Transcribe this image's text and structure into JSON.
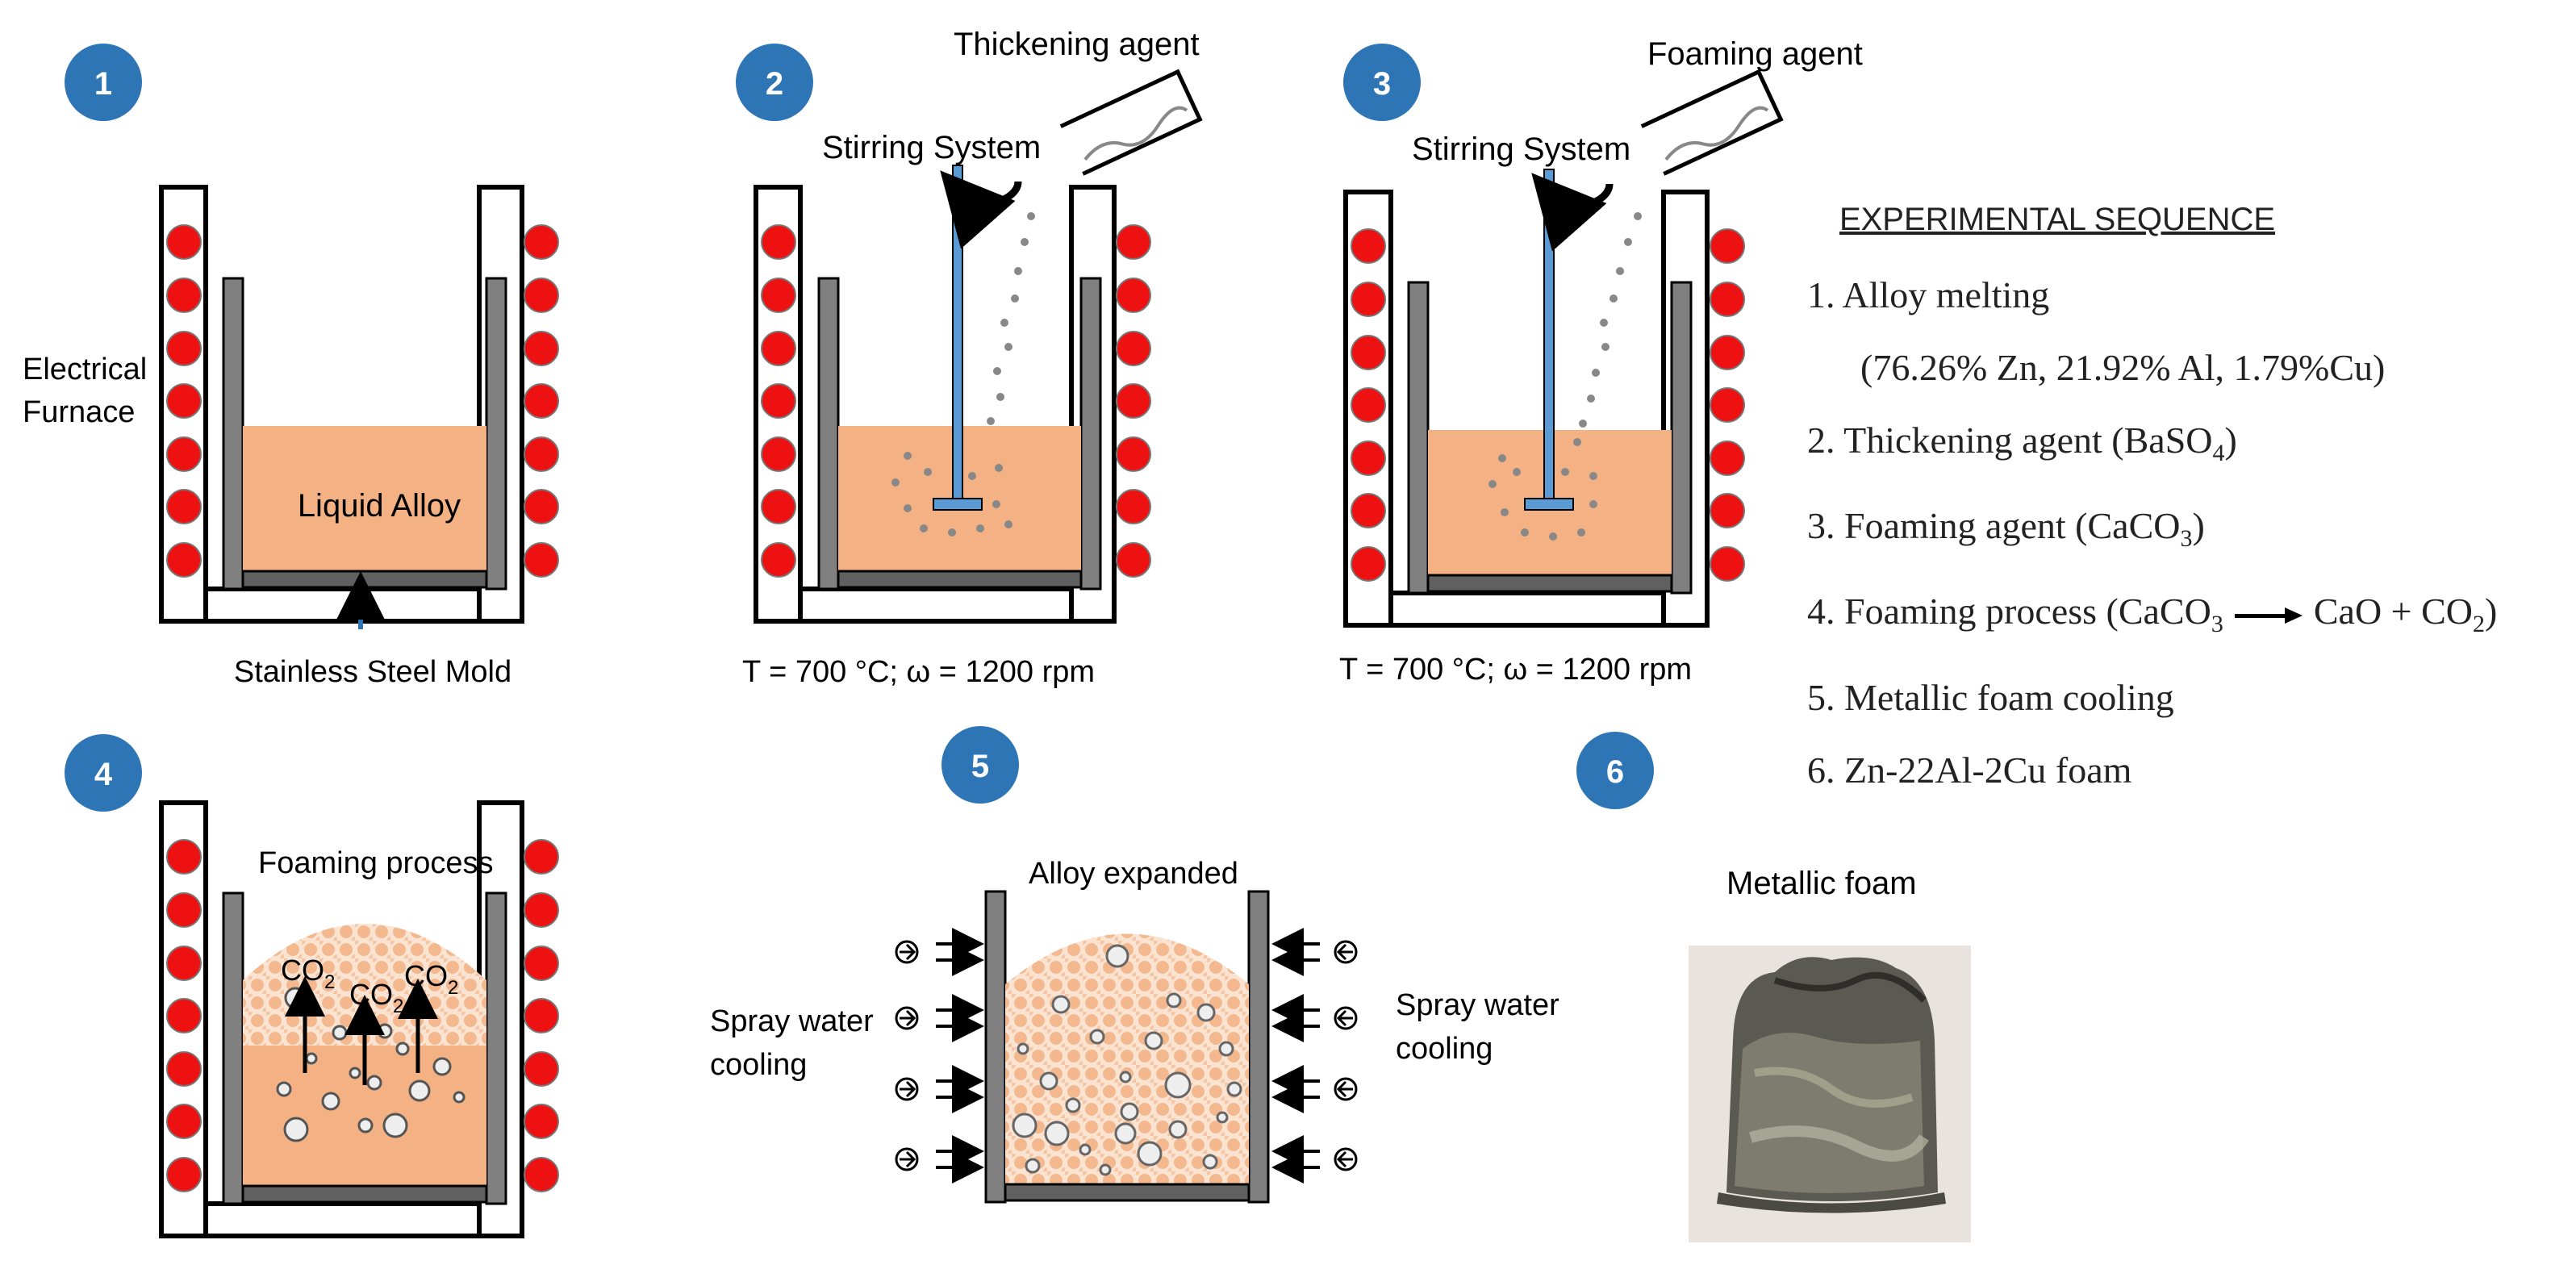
{
  "steps": [
    {
      "number": "1",
      "labels": {
        "furnace_line1": "Electrical",
        "furnace_line2": "Furnace",
        "liquid": "Liquid Alloy",
        "mold": "Stainless Steel Mold"
      }
    },
    {
      "number": "2",
      "labels": {
        "agent": "Thickening agent",
        "stirring": "Stirring System",
        "conditions": "T = 700 °C; ω = 1200 rpm"
      }
    },
    {
      "number": "3",
      "labels": {
        "agent": "Foaming agent",
        "stirring": "Stirring System",
        "conditions": "T = 700 °C; ω = 1200 rpm"
      }
    },
    {
      "number": "4",
      "labels": {
        "process": "Foaming process",
        "gas": "CO",
        "gas_sub": "2"
      }
    },
    {
      "number": "5",
      "labels": {
        "expanded": "Alloy expanded",
        "spray_left_1": "Spray water",
        "spray_left_2": "cooling",
        "spray_right_1": "Spray water",
        "spray_right_2": "cooling"
      }
    },
    {
      "number": "6",
      "labels": {
        "foam": "Metallic foam"
      }
    }
  ],
  "sequence": {
    "title": "EXPERIMENTAL SEQUENCE",
    "item1": "1. Alloy melting",
    "item1_detail": "(76.26% Zn, 21.92% Al, 1.79%Cu)",
    "item2_pre": "2. Thickening agent (BaSO",
    "item2_sub": "4",
    "item2_post": ")",
    "item3_pre": "3. Foaming agent (CaCO",
    "item3_sub": "3",
    "item3_post": ")",
    "item4_pre": "4. Foaming process (CaCO",
    "item4_sub1": "3",
    "item4_mid": "CaO + CO",
    "item4_sub2": "2",
    "item4_post": ")",
    "item5": "5. Metallic foam cooling",
    "item6": "6. Zn-22Al-2Cu foam"
  },
  "colors": {
    "badge": "#2e75b6",
    "heater": "#ee1111",
    "liquid": "#f4b183",
    "mold_wall": "#808080",
    "rod": "#5b9bd5"
  }
}
